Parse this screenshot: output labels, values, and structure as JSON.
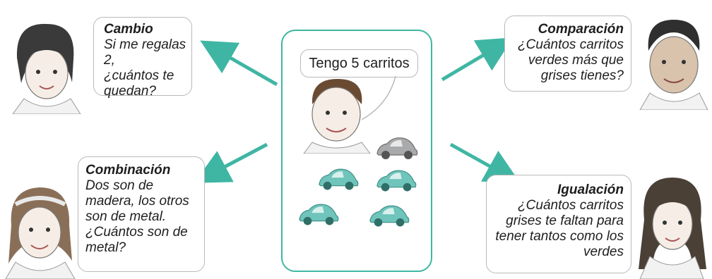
{
  "center": {
    "speech": "Tengo 5 carritos",
    "cars": {
      "gray": 1,
      "green": 4
    }
  },
  "cambio": {
    "title": "Cambio",
    "lines": [
      "Si me regalas 2,",
      "¿cuántos te",
      "quedan?"
    ]
  },
  "combinacion": {
    "title": "Combinación",
    "lines": [
      "Dos son de",
      "madera, los otros",
      "son de metal.",
      "¿Cuántos son de",
      "metal?"
    ]
  },
  "comparacion": {
    "title": "Comparación",
    "lines": [
      "¿Cuántos carritos",
      "verdes más que",
      "grises tienes?"
    ]
  },
  "igualacion": {
    "title": "Igualación",
    "lines": [
      "¿Cuántos carritos",
      "grises te faltan para",
      "tener tantos como los",
      "verdes"
    ]
  },
  "colors": {
    "accent": "#3fb6a3",
    "car_green": "#6fc4bb",
    "car_gray": "#a9aaac"
  }
}
